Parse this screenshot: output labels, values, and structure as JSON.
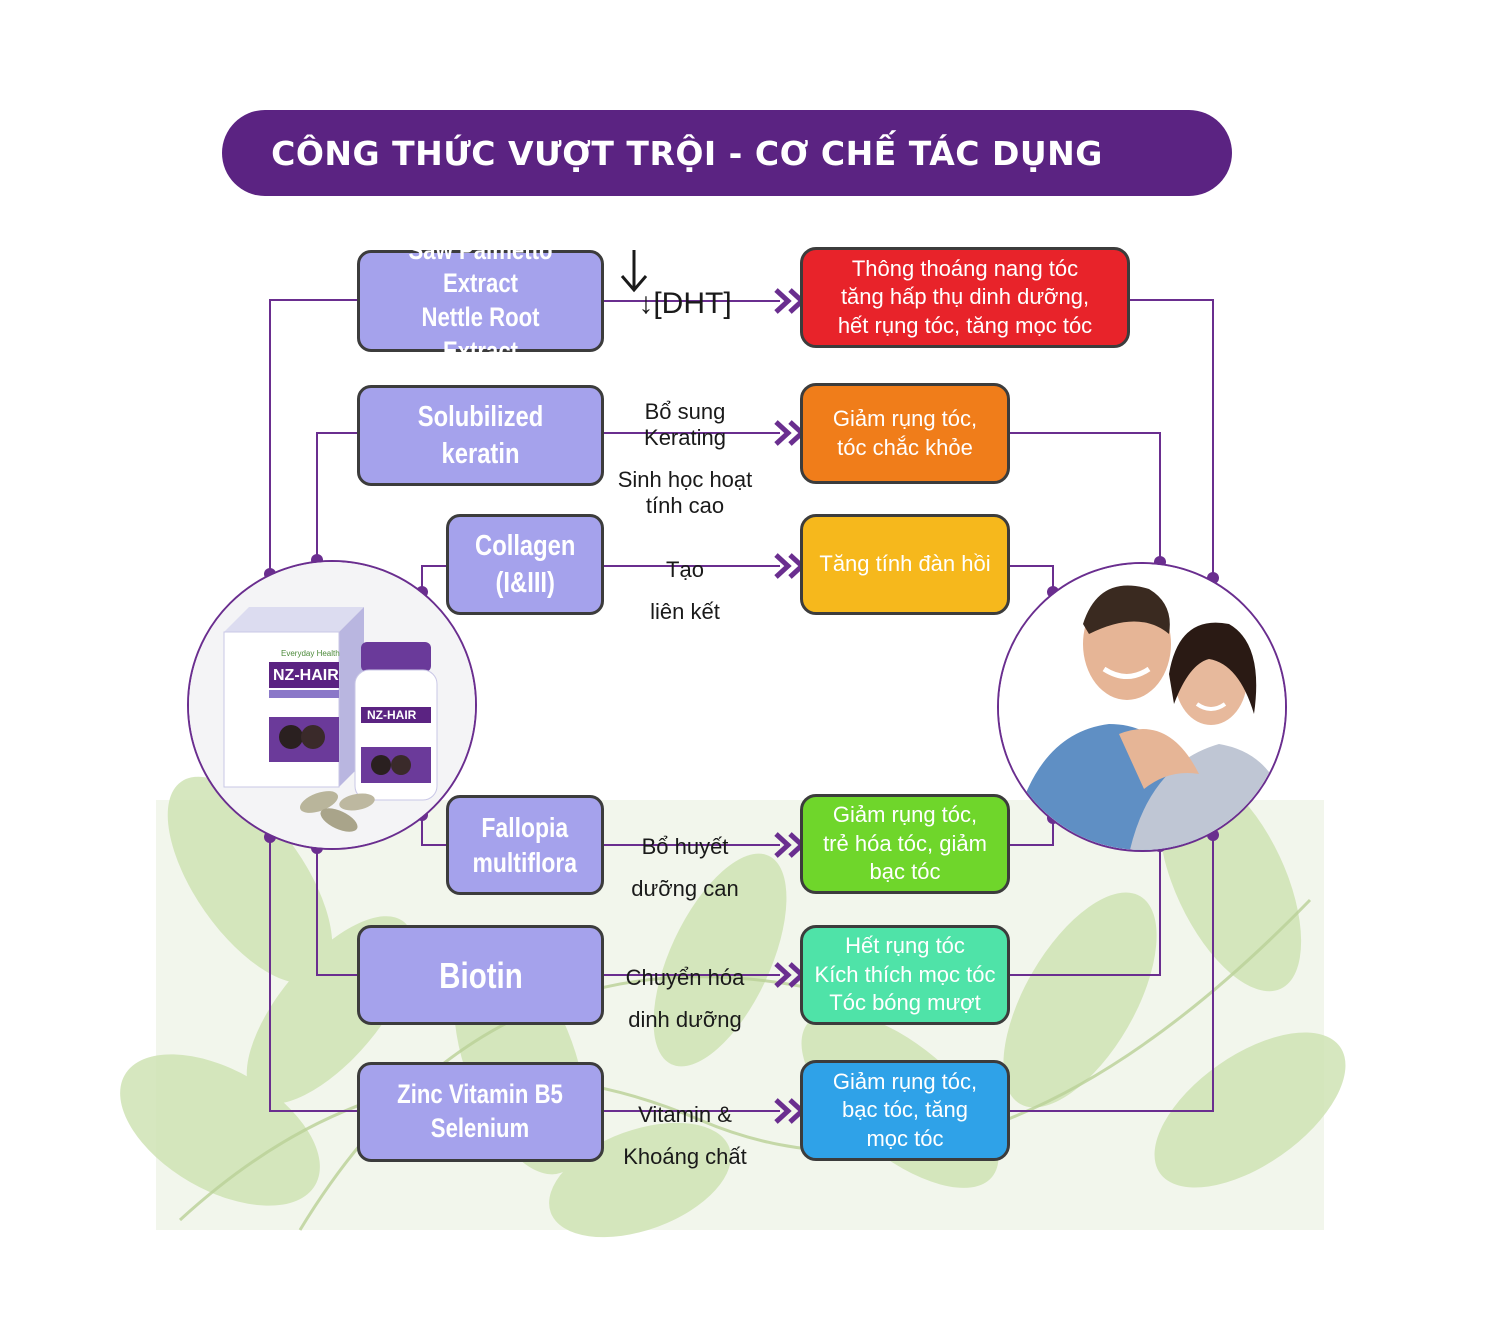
{
  "title": "CÔNG THỨC VƯỢT TRỘI - CƠ CHẾ TÁC DỤNG",
  "colors": {
    "title_bar": "#5b2382",
    "connector": "#6a2e8f",
    "ingredient_box": "#a5a2ec",
    "arrow": "#6a2e8f"
  },
  "product_image": {
    "brand": "Everyday Health",
    "name": "NZ-HAIR"
  },
  "rows": [
    {
      "ingredient": "Saw Palmetto Extract\nNettle Root Extract",
      "mechanism_top": "↓[DHT]",
      "mechanism_bottom": "",
      "result": "Thông thoáng nang tóc\ntăng hấp thụ dinh dưỡng,\nhết rụng tóc, tăng mọc tóc",
      "result_color": "#e8232a"
    },
    {
      "ingredient": "Solubilized keratin",
      "mechanism_top": "Bổ sung\nKerating",
      "mechanism_bottom": "Sinh học hoạt\ntính cao",
      "result": "Giảm rụng tóc,\ntóc chắc khỏe",
      "result_color": "#f07d1a"
    },
    {
      "ingredient": "Collagen\n(I&III)",
      "mechanism_top": "Tạo",
      "mechanism_bottom": "liên kết",
      "result": "Tăng tính đàn hồi",
      "result_color": "#f6b81c"
    },
    {
      "ingredient": "Fallopia\nmultiflora",
      "mechanism_top": "Bổ huyết",
      "mechanism_bottom": "dưỡng can",
      "result": "Giảm rụng tóc,\ntrẻ hóa tóc, giảm\nbạc tóc",
      "result_color": "#6fd62b"
    },
    {
      "ingredient": "Biotin",
      "mechanism_top": "Chuyển hóa",
      "mechanism_bottom": "dinh dưỡng",
      "result": "Hết rụng tóc\nKích thích mọc tóc\nTóc bóng mượt",
      "result_color": "#4fe3a8"
    },
    {
      "ingredient": "Zinc Vitamin B5\nSelenium",
      "mechanism_top": "Vitamin &",
      "mechanism_bottom": "Khoáng chất",
      "result": "Giảm rụng tóc,\nbạc tóc, tăng\nmọc tóc",
      "result_color": "#2fa2e8"
    }
  ]
}
